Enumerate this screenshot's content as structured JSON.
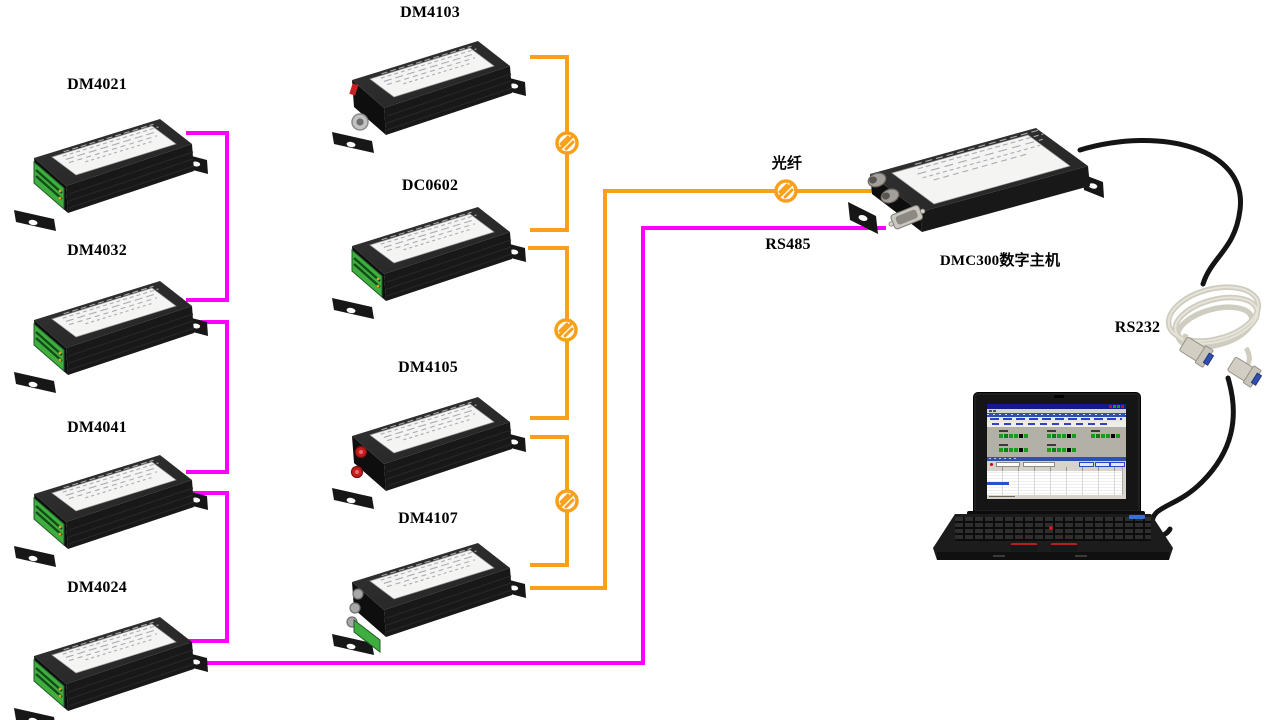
{
  "diagram": {
    "modules_left": [
      {
        "id": "dm4021",
        "label": "DM4021"
      },
      {
        "id": "dm4032",
        "label": "DM4032"
      },
      {
        "id": "dm4041",
        "label": "DM4041"
      },
      {
        "id": "dm4024",
        "label": "DM4024"
      }
    ],
    "modules_middle": [
      {
        "id": "dm4103",
        "label": "DM4103"
      },
      {
        "id": "dc0602",
        "label": "DC0602"
      },
      {
        "id": "dm4105",
        "label": "DM4105"
      },
      {
        "id": "dm4107",
        "label": "DM4107"
      }
    ],
    "host": {
      "label": "DMC300数字主机"
    },
    "buses": {
      "fiber": {
        "label": "光纤",
        "color": "#F9A01B"
      },
      "rs485": {
        "label": "RS485",
        "color": "#FF00FF"
      },
      "rs232": {
        "label": "RS232",
        "cable_color": "#141414"
      }
    },
    "connections": [
      {
        "bus": "RS485",
        "path": [
          "DM4021",
          "DM4032",
          "DM4041",
          "DM4024",
          "DMC300"
        ]
      },
      {
        "bus": "光纤",
        "path": [
          "DM4103",
          "DC0602",
          "DM4105",
          "DM4107",
          "DMC300"
        ]
      },
      {
        "bus": "RS232",
        "path": [
          "DMC300",
          "PC"
        ]
      }
    ]
  }
}
